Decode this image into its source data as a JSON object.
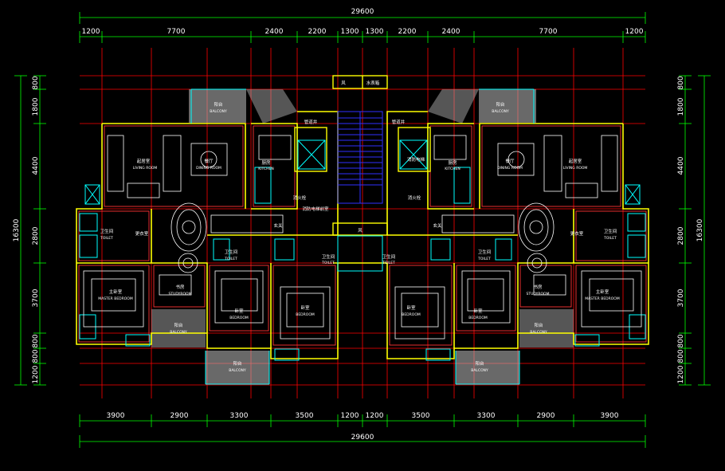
{
  "drawing": {
    "top_total": "29600",
    "bottom_total": "29600",
    "left_total": "16300",
    "right_total": "16300",
    "top_dims": [
      "1200",
      "7700",
      "2400",
      "2200",
      "1300",
      "1300",
      "2200",
      "2400",
      "7700",
      "1200"
    ],
    "bottom_dims": [
      "3900",
      "2900",
      "3300",
      "3500",
      "1200",
      "1200",
      "3500",
      "3300",
      "2900",
      "3900"
    ],
    "side_dims": [
      "800",
      "1800",
      "4400",
      "2800",
      "3700",
      "800",
      "800",
      "1200"
    ],
    "colors": {
      "grid": "#ff0000",
      "wall": "#ffff00",
      "wall_inner": "#ff3333",
      "fixture": "#00ffff",
      "furniture": "#ffffff",
      "dimension": "#00ff00",
      "stair": "#0000ff",
      "balcony_fill": "#bfbfbf"
    }
  },
  "rooms": {
    "living_cn": "起居室",
    "living_en": "LIVING ROOM",
    "dining_cn": "餐厅",
    "dining_en": "DINING ROOM",
    "kitchen_cn": "厨房",
    "kitchen_en": "KITCHEN",
    "balcony_cn": "阳台",
    "balcony_en": "BALCONY",
    "toilet_cn": "卫生间",
    "toilet_en": "TOILET",
    "cloak_cn": "更衣室",
    "master_cn": "主卧室",
    "master_en": "MASTER BEDROOM",
    "study_cn": "书房",
    "study_en": "STUDYROOM",
    "bedroom_cn": "卧室",
    "bedroom_en": "BEDROOM",
    "pipe_shaft": "管道井",
    "fire_elevator": "消防电梯",
    "fire_hydrant": "消火栓",
    "fire_front_room": "消防电梯前室",
    "entrance": "玄关",
    "wind": "风",
    "water_tank": "水表箱"
  }
}
